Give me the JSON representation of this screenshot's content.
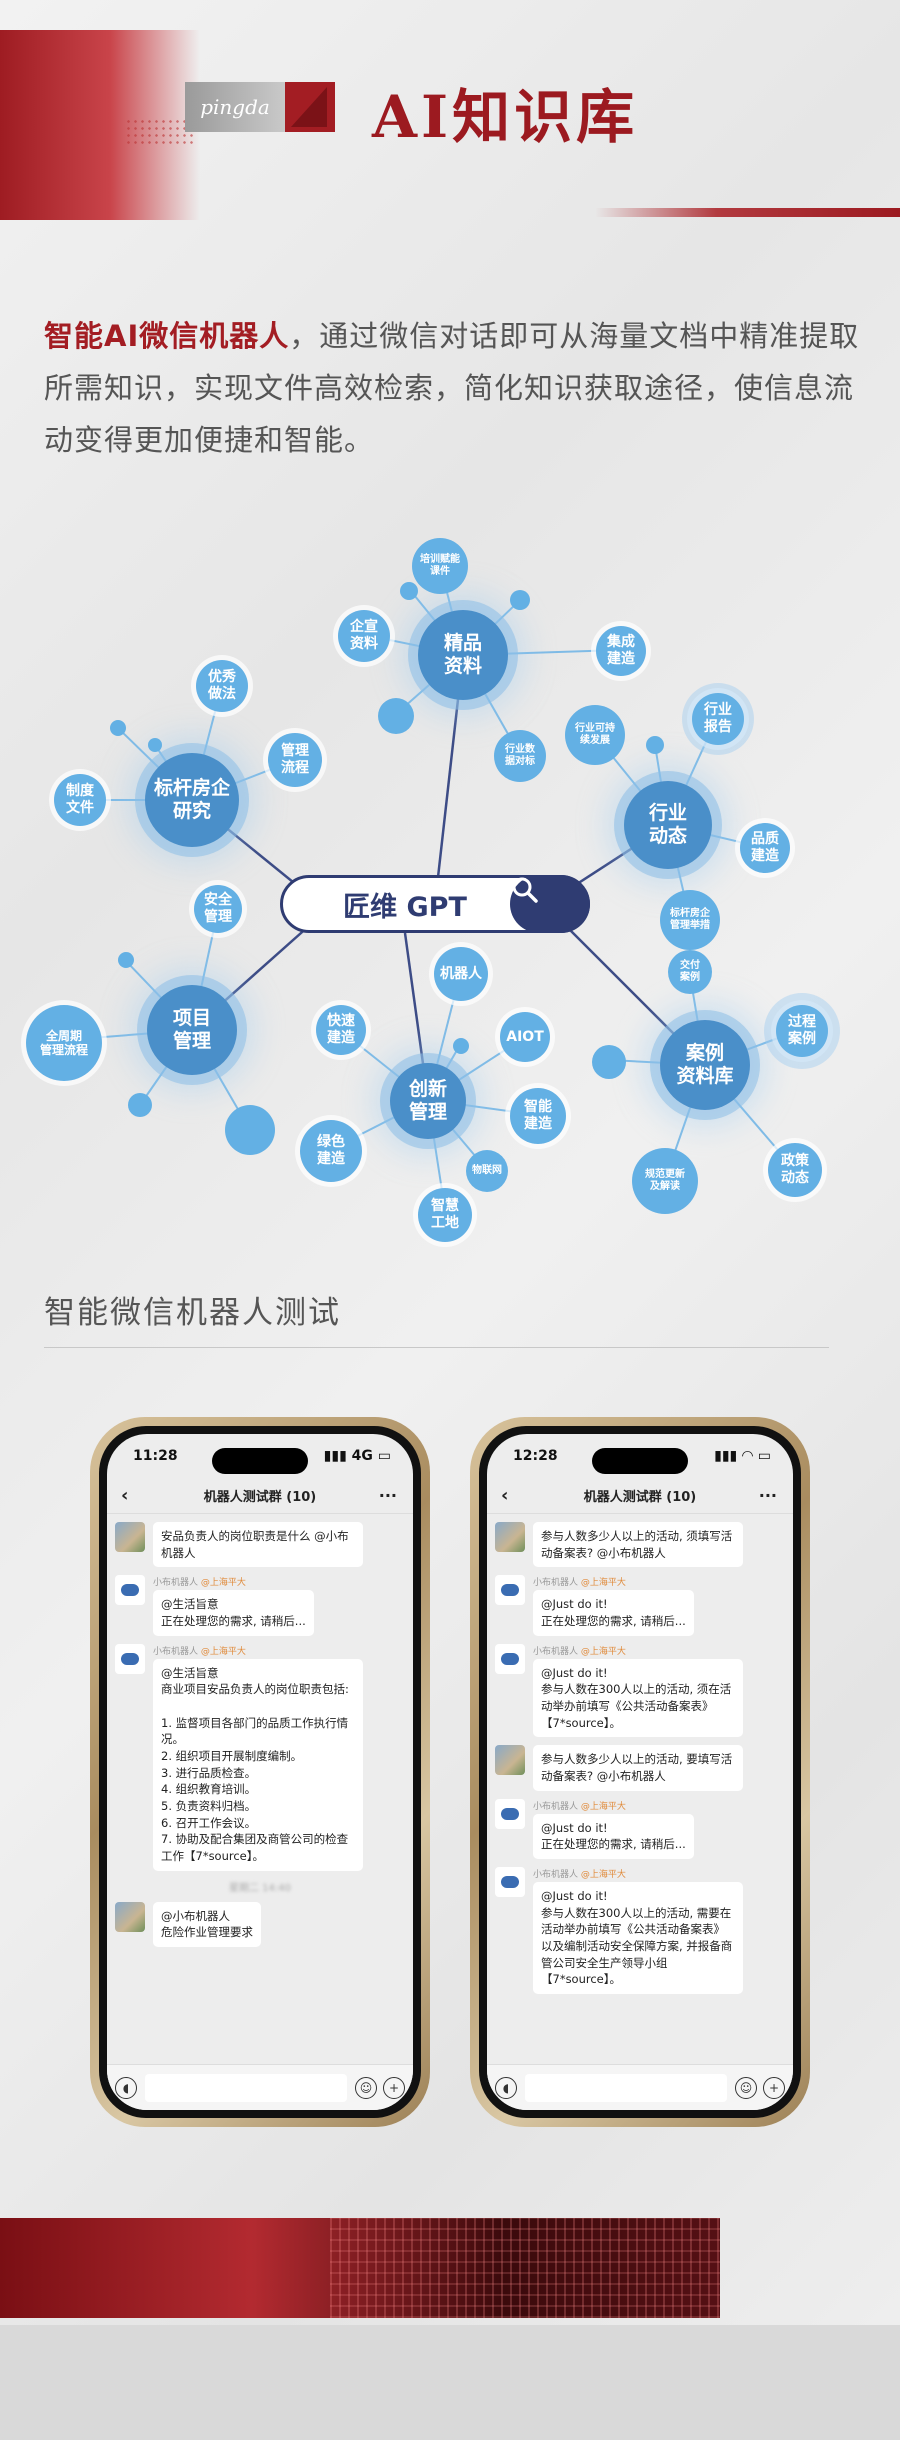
{
  "header": {
    "badge_text": "pingda",
    "title": "AI知识库",
    "brand_red": "#a31d23"
  },
  "intro": {
    "highlight": "智能AI微信机器人",
    "rest": "，通过微信对话即可从海量文档中精准提取所需知识，实现文件高效检索，简化知识获取途径，使信息流动变得更加便捷和智能。"
  },
  "mindmap": {
    "search_label": "匠维 GPT",
    "search_icon": "search-icon",
    "hubs": [
      {
        "label": "精品\n资料"
      },
      {
        "label": "标杆房企\n研究"
      },
      {
        "label": "行业\n动态"
      },
      {
        "label": "项目\n管理"
      },
      {
        "label": "创新\n管理"
      },
      {
        "label": "案例\n资料库"
      }
    ],
    "leaves": [
      {
        "label": "培训赋能\n课件"
      },
      {
        "label": "企宣\n资料"
      },
      {
        "label": "集成\n建造"
      },
      {
        "label": "行业数\n据对标"
      },
      {
        "label": "优秀\n做法"
      },
      {
        "label": "管理\n流程"
      },
      {
        "label": "制度\n文件"
      },
      {
        "label": "行业可持\n续发展"
      },
      {
        "label": "行业\n报告"
      },
      {
        "label": "品质\n建造"
      },
      {
        "label": "标杆房企\n管理举措"
      },
      {
        "label": "交付\n案例"
      },
      {
        "label": "安全\n管理"
      },
      {
        "label": "全周期\n管理流程"
      },
      {
        "label": "机器人"
      },
      {
        "label": "快速\n建造"
      },
      {
        "label": "AIOT"
      },
      {
        "label": "绿色\n建造"
      },
      {
        "label": "智能\n建造"
      },
      {
        "label": "物联网"
      },
      {
        "label": "智慧\n工地"
      },
      {
        "label": "过程\n案例"
      },
      {
        "label": "规范更新\n及解读"
      },
      {
        "label": "政策\n动态"
      }
    ]
  },
  "section_title": "智能微信机器人测试",
  "phones": [
    {
      "time": "11:28",
      "signal": "4G",
      "chat_title": "机器人测试群 (10)",
      "messages": [
        {
          "type": "user",
          "sender": "",
          "text": "安品负责人的岗位职责是什么 @小布机器人"
        },
        {
          "type": "bot",
          "sender": "小布机器人",
          "tag": "@上海平大",
          "text": "@生活旨意\n正在处理您的需求, 请稍后..."
        },
        {
          "type": "bot",
          "sender": "小布机器人",
          "tag": "@上海平大",
          "text": "@生活旨意\n商业项目安品负责人的岗位职责包括:\n\n1. 监督项目各部门的品质工作执行情况。\n2. 组织项目开展制度编制。\n3. 进行品质检查。\n4. 组织教育培训。\n5. 负责资料归档。\n6. 召开工作会议。\n7. 协助及配合集团及商管公司的检查工作【7*source】。"
        },
        {
          "type": "time",
          "text": "星期二 14:40"
        },
        {
          "type": "user",
          "sender": "",
          "text": "@小布机器人\n危险作业管理要求"
        }
      ]
    },
    {
      "time": "12:28",
      "signal": "",
      "chat_title": "机器人测试群 (10)",
      "messages": [
        {
          "type": "user",
          "sender": "",
          "text": "参与人数多少人以上的活动, 须填写活动备案表? @小布机器人"
        },
        {
          "type": "bot",
          "sender": "小布机器人",
          "tag": "@上海平大",
          "text": "@Just do it!\n正在处理您的需求, 请稍后..."
        },
        {
          "type": "bot",
          "sender": "小布机器人",
          "tag": "@上海平大",
          "text": "@Just do it!\n参与人数在300人以上的活动, 须在活动举办前填写《公共活动备案表》【7*source】。"
        },
        {
          "type": "user",
          "sender": "",
          "text": "参与人数多少人以上的活动, 要填写活动备案表? @小布机器人"
        },
        {
          "type": "bot",
          "sender": "小布机器人",
          "tag": "@上海平大",
          "text": "@Just do it!\n正在处理您的需求, 请稍后..."
        },
        {
          "type": "bot",
          "sender": "小布机器人",
          "tag": "@上海平大",
          "text": "@Just do it!\n参与人数在300人以上的活动, 需要在活动举办前填写《公共活动备案表》以及编制活动安全保障方案, 并报备商管公司安全生产领导小组【7*source】。"
        }
      ]
    }
  ]
}
